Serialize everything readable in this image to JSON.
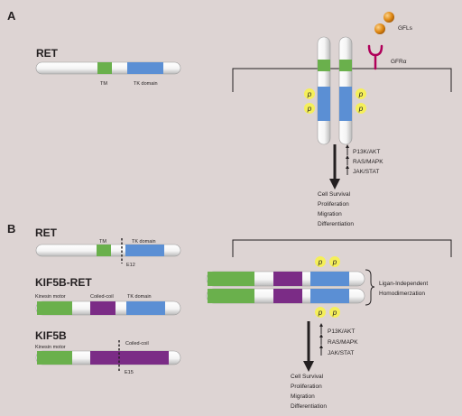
{
  "panel_a": {
    "letter": "A",
    "ret_title": "RET",
    "tm_label": "TM",
    "tk_label": "TK domain",
    "ligand_label": "GFLs",
    "coreceptor_label": "GFRα",
    "phospho": "p",
    "pathways": [
      "P13K/AKT",
      "RAS/MAPK",
      "JAK/STAT"
    ],
    "outcomes": [
      "Cell Survival",
      "Proliferation",
      "Migration",
      "Differentiation"
    ]
  },
  "panel_b": {
    "letter": "B",
    "ret_title": "RET",
    "ret_tm_label": "TM",
    "ret_tk_label": "TK domain",
    "ret_break_label": "E12",
    "fusion_title": "KIF5B-RET",
    "fusion_kinesin_label": "Kinesin motor",
    "fusion_coiled_label": "Coiled-coil",
    "fusion_tk_label": "TK domain",
    "kif5b_title": "KIF5B",
    "kif5b_kinesin_label": "Kinesin motor",
    "kif5b_coiled_label": "Coiled-coil",
    "kif5b_break_label": "E15",
    "phospho": "p",
    "dimer_label": [
      "Ligan-Independent",
      "Homodimerzation"
    ],
    "pathways": [
      "P13K/AKT",
      "RAS/MAPK",
      "JAK/STAT"
    ],
    "outcomes": [
      "Cell Survival",
      "Proliferation",
      "Migration",
      "Differentiation"
    ]
  },
  "colors": {
    "background": "#ddd4d3",
    "tm_green": "#6ab04c",
    "tk_blue": "#5b8fd4",
    "coiled_purple": "#7b2c86",
    "phospho_yellow": "#f5ef5a",
    "gfr_magenta": "#b0005a",
    "ligand_orange": "#e08a16"
  }
}
